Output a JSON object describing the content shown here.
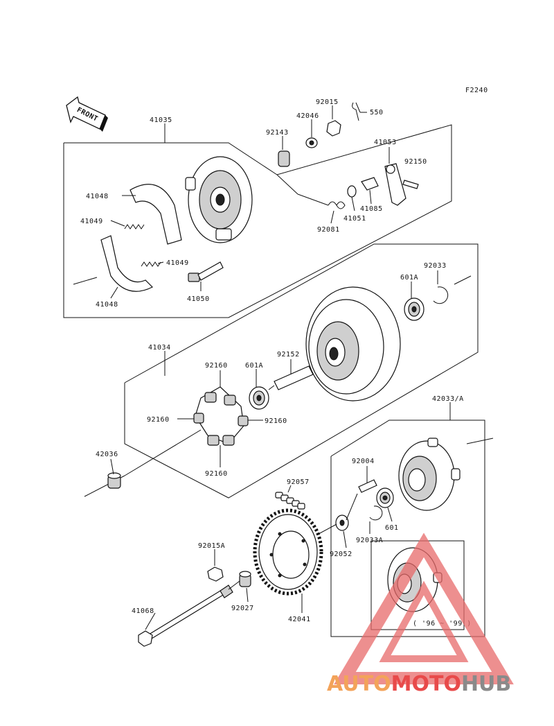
{
  "diagram": {
    "code": "F2240",
    "front_label": "FRONT",
    "year_note": "( '96 ~ '99 )",
    "callouts": {
      "p550": "550",
      "p92015": "92015",
      "p42046": "42046",
      "p41035": "41035",
      "p92143": "92143",
      "p41053": "41053",
      "p92150": "92150",
      "p41048a": "41048",
      "p41049a": "41049",
      "p41051": "41051",
      "p41085": "41085",
      "p92081": "92081",
      "p41049b": "41049",
      "p41048b": "41048",
      "p41050": "41050",
      "p92033": "92033",
      "p601A1": "601A",
      "p41034": "41034",
      "p92152": "92152",
      "p92160t": "92160",
      "p601A2": "601A",
      "p92160l": "92160",
      "p92160r": "92160",
      "p92160b": "92160",
      "p42036": "42036",
      "p42033A": "42033/A",
      "p92004": "92004",
      "p92057": "92057",
      "p601": "601",
      "p92033A": "92033A",
      "p92052": "92052",
      "p92015A": "92015A",
      "p92027": "92027",
      "p42041": "42041",
      "p41068": "41068"
    }
  },
  "watermark": {
    "brand_a": "AUTO",
    "brand_b": "MOTO",
    "brand_c": "HUB",
    "color_a": "#f3a35a",
    "color_b": "#e84a4a",
    "color_c": "#8a8a8a"
  }
}
